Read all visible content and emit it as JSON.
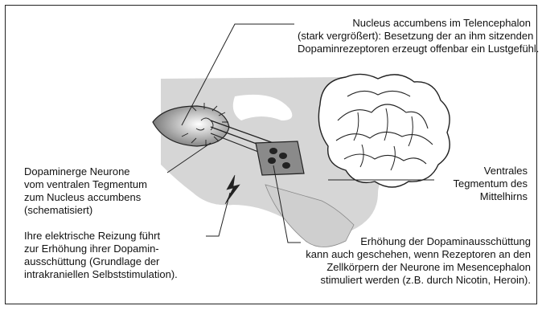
{
  "labels": {
    "nucleus_accumbens": "Nucleus accumbens im Telencephalon\n(stark vergrößert): Besetzung der an ihm sitzenden\nDopaminrezeptoren erzeugt offenbar ein Lustgefühl.",
    "dopaminerge_neurone": "Dopaminerge Neurone\nvom ventralen Tegmentum\nzum Nucleus accumbens\n(schematisiert)",
    "ventrales_tegmentum": "Ventrales\nTegmentum des\nMittelhirns",
    "elektrische_reizung": "Ihre elektrische Reizung führt\nzur Erhöhung ihrer Dopamin-\nausschüttung (Grundlage der\nintrakraniellen Selbststimulation).",
    "erhoehung": "Erhöhung der Dopaminausschüttung\nkann auch geschehen, wenn Rezeptoren an den\nZellkörpern der Neurone im Mesencephalon\nstimuliert werden (z.B. durch Nicotin, Heroin)."
  },
  "colors": {
    "brain_fill": "#d6d6d6",
    "line": "#222222",
    "tegmentum_fill": "#8a8a8a",
    "cerebellum_fill": "#ffffff"
  }
}
